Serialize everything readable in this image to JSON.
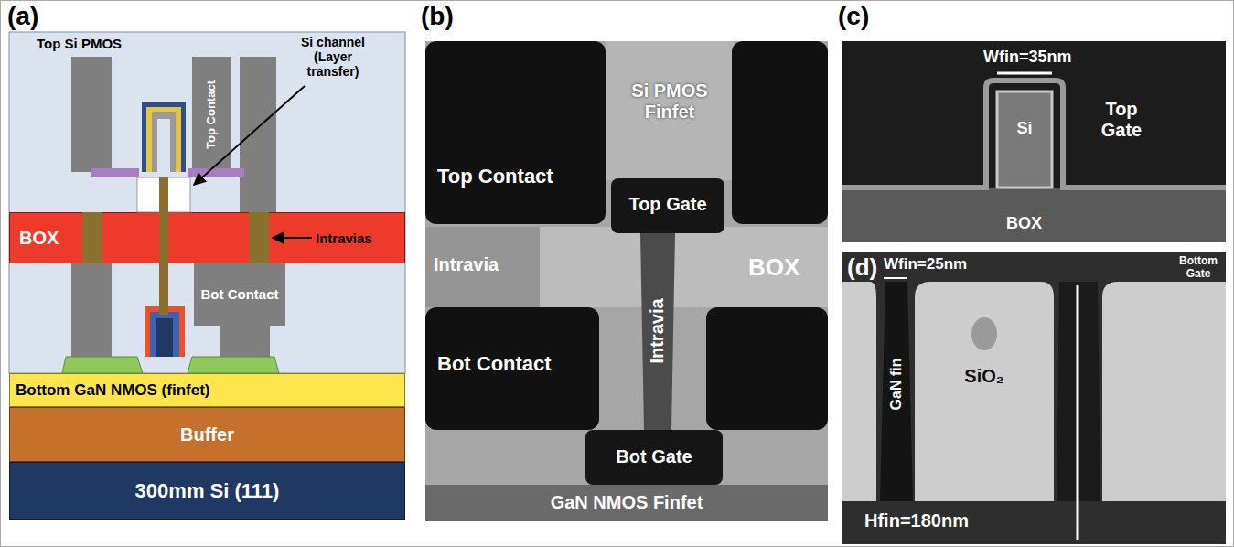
{
  "diagram": {
    "nodes": [
      {
        "text": [
          "Top Contact"
        ]
      },
      {
        "text": [
          "BOX"
        ]
      },
      {
        "text": [
          "Bot Contact"
        ]
      },
      {
        "text": [
          "Bottom GaN NMOS (finfet)"
        ]
      },
      {
        "text": [
          "Buffer"
        ]
      },
      {
        "text": [
          "300mm Si (111)"
        ]
      }
    ],
    "labels": [
      "(a)",
      "Top Si PMOS",
      "Si channel (Layer transfer)",
      "Intravias",
      "(b)",
      "Top Contact",
      "Si PMOS Finfet",
      "Top Gate",
      "Intravia",
      "Intravia",
      "BOX",
      "Bot Contact",
      "Bot Gate",
      "GaN NMOS Finfet",
      "(c)",
      "Wfin=35nm",
      "Si",
      "Top Gate",
      "BOX",
      "(d)",
      "Wfin=25nm",
      "Bottom Gate",
      "GaN fin",
      "SiO₂",
      "Hfin=180nm"
    ]
  }
}
